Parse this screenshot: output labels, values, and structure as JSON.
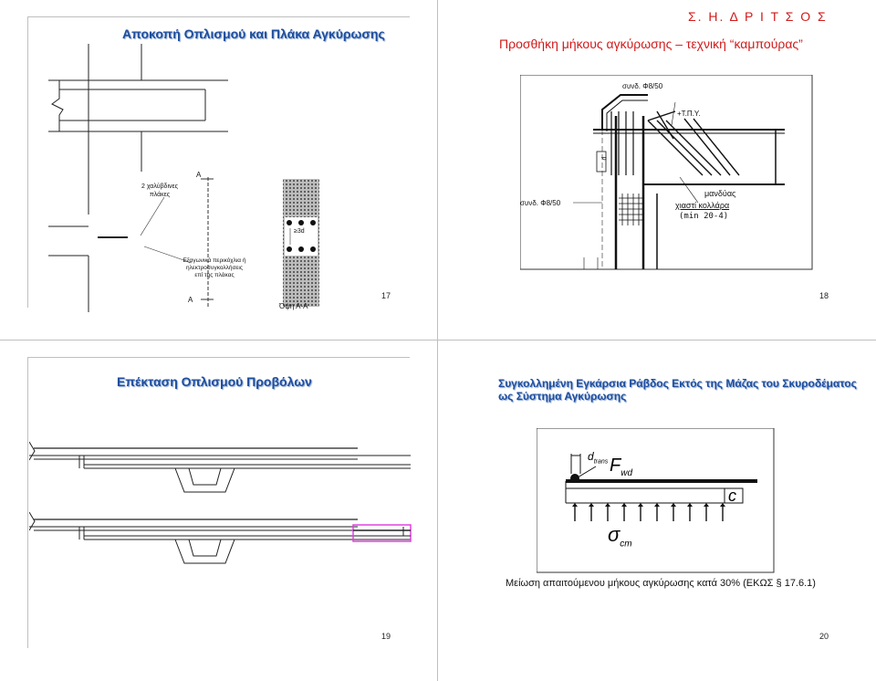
{
  "slide17": {
    "title": "Αποκοπή Οπλισμού και Πλάκα Αγκύρωσης",
    "label_plates": "2 χαλύβδινες πλάκες",
    "label_weld_1": "Εξαγωνικά περικόχλια ή",
    "label_weld_2": "ηλεκτροσυγκολλήσεις",
    "label_weld_3": "επί της πλάκας",
    "label_A_top": "A",
    "label_A_bottom": "A",
    "label_3d": "≥3d",
    "label_view": "Όψη Α-Α",
    "page": "17"
  },
  "slide18": {
    "author": "Σ. Η. Δ Ρ Ι Τ Σ Ο Σ",
    "title": "Προσθήκη μήκους αγκύρωσης – τεχνική “καμπούρας”",
    "label_stirrup_top": "συνδ. Φ8/50",
    "label_stirrup_left": "συνδ. Φ8/50",
    "label_tpy": "+Τ.Π.Υ.",
    "label_sleeves": "μανδύας",
    "label_cross": "χιαστί κολλάρα",
    "label_min": "(min 20-4)",
    "label_d": "d",
    "page": "18"
  },
  "slide19": {
    "title": "Επέκταση Οπλισμού Προβόλων",
    "page": "19"
  },
  "slide20": {
    "title_line1": "Συγκολλημένη Εγκάρσια Ράβδος Εκτός της Μάζας του Σκυροδέματος",
    "title_line2": "ως Σύστημα Αγκύρωσης",
    "label_dtrans_d": "d",
    "label_dtrans_sub": "trans",
    "label_F": "F",
    "label_F_sub": "wd",
    "label_c": "c",
    "label_sigma": "σ",
    "label_sigma_sub": "cm",
    "caption": "Μείωση απαιτούμενου μήκους αγκύρωσης κατά 30% (ΕΚΩΣ  § 17.6.1)",
    "page": "20"
  }
}
